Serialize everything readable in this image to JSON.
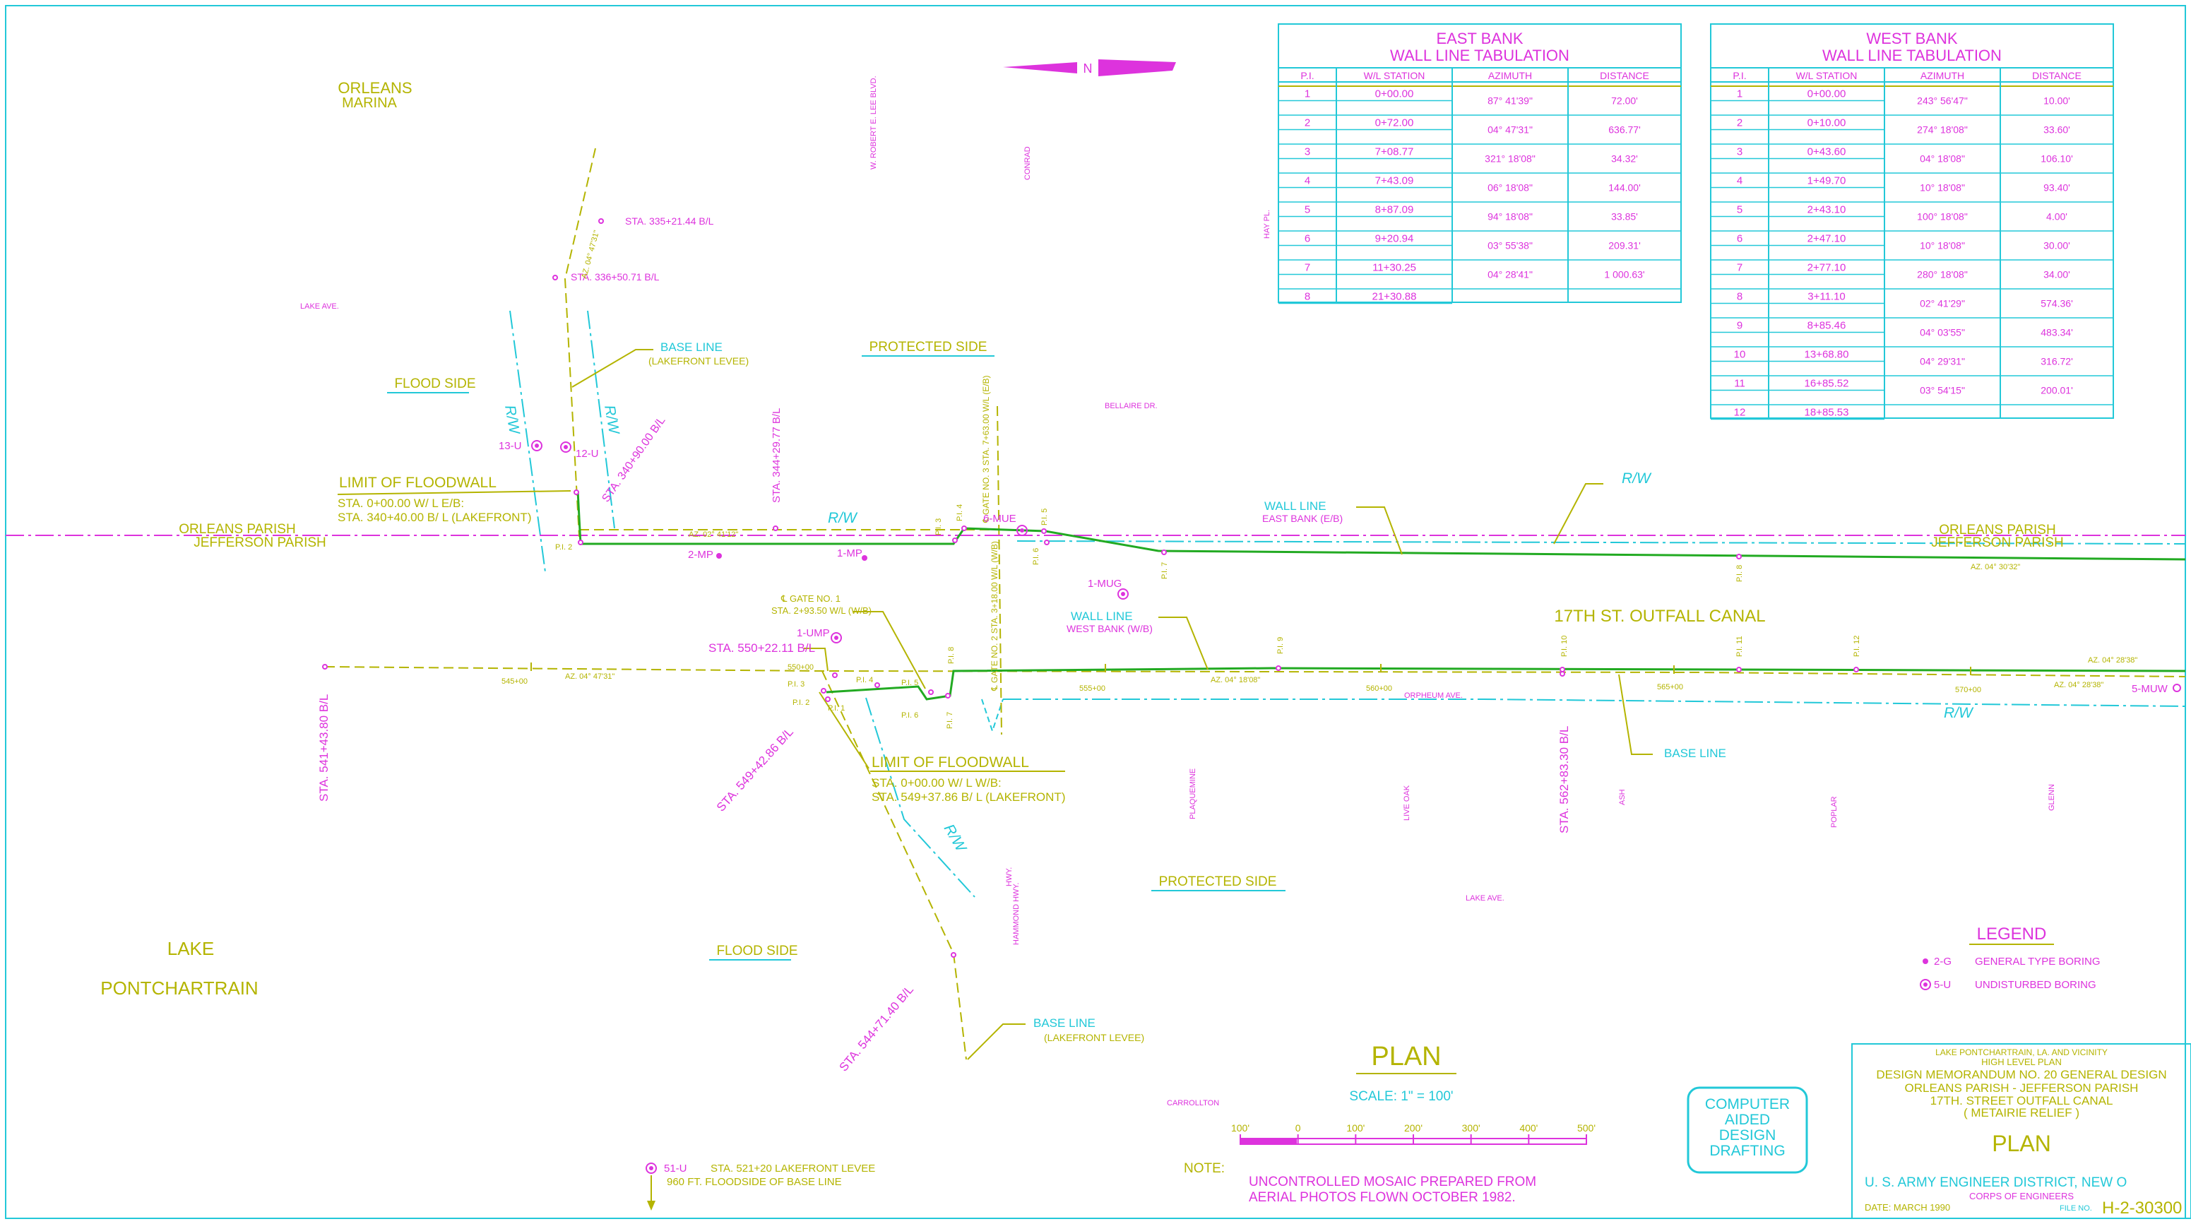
{
  "areas": {
    "orleans_marina": [
      "ORLEANS",
      "MARINA"
    ],
    "lake": [
      "LAKE",
      "PONTCHARTRAIN"
    ],
    "canal": "17TH ST. OUTFALL CANAL",
    "orleans_parish": "ORLEANS PARISH",
    "jefferson_parish": "JEFFERSON PARISH",
    "protected_side": "PROTECTED SIDE",
    "flood_side": "FLOOD SIDE"
  },
  "streets": {
    "lake_ave": "LAKE   AVE.",
    "robert_e_lee": "W. ROBERT E. LEE   BLVD.",
    "conrad": "CONRAD",
    "hay_pl": "HAY   PL.",
    "bellaire": "BELLAIRE   DR.",
    "orpheum": "ORPHEUM   AVE.",
    "plaquemine": "PLAQUEMINE",
    "live_oak": "LIVE OAK",
    "ash": "ASH",
    "poplar": "POPLAR",
    "glenn": "GLENN",
    "hammond_hwy": "HAMMOND   HWY.",
    "carrollton": "CARROLLTON"
  },
  "annotations": {
    "sta_335": "STA. 335+21.44  B/L",
    "sta_336": "STA. 336+50.71 B/L",
    "sta_340": "STA. 340+90.00  B/L",
    "sta_344": "STA. 344+29.77  B/L",
    "sta_550": "STA. 550+22.11 B/L",
    "sta_541": "STA. 541+43.80  B/L",
    "sta_549": "STA. 549+42.86  B/L",
    "sta_544": "STA. 544+71.40  B/L",
    "sta_562": "STA. 562+83.30  B/L",
    "base_line_lakefront": [
      "BASE  LINE",
      "(LAKEFRONT LEVEE)"
    ],
    "base_line_lakefront_2": [
      "BASE  LINE",
      "(LAKEFRONT LEVEE)"
    ],
    "base_line": "BASE  LINE",
    "limit_east": [
      "LIMIT  OF  FLOODWALL",
      "STA. 0+00.00  W/ L  E/B:",
      "STA. 340+40.00  B/ L  (LAKEFRONT)"
    ],
    "limit_west": [
      "LIMIT  OF  FLOODWALL",
      "STA. 0+00.00  W/ L  W/B:",
      "STA. 549+37.86  B/ L  (LAKEFRONT)"
    ],
    "wall_line_east": [
      "WALL  LINE",
      "EAST  BANK  (E/B)"
    ],
    "wall_line_west": [
      "WALL  LINE",
      "WEST  BANK  (W/B)"
    ],
    "gate_no1": [
      "℄ GATE  NO. 1",
      "STA. 2+93.50  W/L  (W/B)"
    ],
    "gate_no2": "℄ GATE NO. 2  STA. 3+18.00  W/L  (W/B)",
    "gate_no3": "℄ GATE NO. 3  STA. 7+63.00  W/L  (E/B)",
    "rw": "R/W",
    "az_1": "AZ. 02° 41'12\"",
    "az_2": "AZ. 04° 30'32\"",
    "az_3": "AZ. 04° 47'31\"",
    "az_4": "AZ. 04° 18'08\"",
    "az_5": "AZ. 04° 28'38\"",
    "az_6": "AZ. 04° 28'38\"",
    "az_7": "AZ. 04° 47'31\"",
    "bl_stations": [
      "545+00",
      "550+00",
      "555+00",
      "560+00",
      "565+00",
      "570+00"
    ]
  },
  "pis_east": [
    "P.I. 2",
    "P.I. 4",
    "P.I. 3",
    "P.I. 5",
    "P.I. 6",
    "P.I. 7",
    "P.I. 8"
  ],
  "pis_west": [
    "P.I. 3",
    "P.I. 2",
    "P.I. 1",
    "P.I. 4",
    "P.I. 5",
    "P.I. 6",
    "P.I. 7",
    "P.I. 8",
    "P.I. 9",
    "P.I. 10",
    "P.I. 11",
    "P.I. 12"
  ],
  "borings": {
    "b13u": "13-U",
    "b12u": "12-U",
    "b2mp": "2-MP",
    "b1mp": "1-MP",
    "b6mue": "6-MUE",
    "b1mug": "1-MUG",
    "b1ump": "1-UMP",
    "b5muw": "5-MUW",
    "b51u": [
      "51-U",
      "STA. 521+20 LAKEFRONT  LEVEE",
      "960 FT. FLOODSIDE  OF  BASE  LINE"
    ]
  },
  "east_bank": {
    "title": [
      "EAST  BANK",
      "WALL  LINE  TABULATION"
    ],
    "headers": [
      "P.I.",
      "W/L  STATION",
      "AZIMUTH",
      "DISTANCE"
    ],
    "pi": [
      "1",
      "2",
      "3",
      "4",
      "5",
      "6",
      "7",
      "8"
    ],
    "station": [
      "0+00.00",
      "0+72.00",
      "7+08.77",
      "7+43.09",
      "8+87.09",
      "9+20.94",
      "11+30.25",
      "21+30.88"
    ],
    "azimuth": [
      "87° 41'39\"",
      "04° 47'31\"",
      "321° 18'08\"",
      "06° 18'08\"",
      "94° 18'08\"",
      "03° 55'38\"",
      "04° 28'41\""
    ],
    "distance": [
      "72.00'",
      "636.77'",
      "34.32'",
      "144.00'",
      "33.85'",
      "209.31'",
      "1 000.63'"
    ]
  },
  "west_bank": {
    "title": [
      "WEST  BANK",
      "WALL  LINE  TABULATION"
    ],
    "headers": [
      "P.I.",
      "W/L  STATION",
      "AZIMUTH",
      "DISTANCE"
    ],
    "pi": [
      "1",
      "2",
      "3",
      "4",
      "5",
      "6",
      "7",
      "8",
      "9",
      "10",
      "11",
      "12"
    ],
    "station": [
      "0+00.00",
      "0+10.00",
      "0+43.60",
      "1+49.70",
      "2+43.10",
      "2+47.10",
      "2+77.10",
      "3+11.10",
      "8+85.46",
      "13+68.80",
      "16+85.52",
      "18+85.53"
    ],
    "azimuth": [
      "243° 56'47\"",
      "274° 18'08\"",
      "04° 18'08\"",
      "10° 18'08\"",
      "100° 18'08\"",
      "10° 18'08\"",
      "280° 18'08\"",
      "02° 41'29\"",
      "04° 03'55\"",
      "04° 29'31\"",
      "03° 54'15\""
    ],
    "distance": [
      "10.00'",
      "33.60'",
      "106.10'",
      "93.40'",
      "4.00'",
      "30.00'",
      "34.00'",
      "574.36'",
      "483.34'",
      "316.72'",
      "200.01'"
    ]
  },
  "legend": {
    "title": "LEGEND",
    "items": [
      {
        "symbol": "2-G",
        "label": "GENERAL  TYPE  BORING"
      },
      {
        "symbol": "5-U",
        "label": "UNDISTURBED  BORING"
      }
    ]
  },
  "plan": {
    "title": "PLAN",
    "scale": "SCALE: 1\"  =  100'",
    "scale_ticks": [
      "100'",
      "0",
      "100'",
      "200'",
      "300'",
      "400'",
      "500'"
    ]
  },
  "note": {
    "label": "NOTE:",
    "lines": [
      "UNCONTROLLED  MOSAIC  PREPARED  FROM",
      "AERIAL  PHOTOS  FLOWN  OCTOBER  1982."
    ]
  },
  "cad_stamp": [
    "COMPUTER",
    "AIDED",
    "DESIGN",
    "DRAFTING"
  ],
  "title_block": {
    "lines": [
      "LAKE  PONTCHARTRAIN,  LA.  AND  VICINITY",
      "HIGH  LEVEL  PLAN",
      "DESIGN  MEMORANDUM  NO. 20  GENERAL  DESIGN",
      "ORLEANS  PARISH  -  JEFFERSON  PARISH",
      "17TH.  STREET  OUTFALL  CANAL",
      "( METAIRIE  RELIEF )"
    ],
    "plan": "PLAN",
    "district": "U.  S.   ARMY  ENGINEER  DISTRICT,   NEW  O",
    "corps": "CORPS  OF  ENGINEERS",
    "date": "DATE:  MARCH  1990",
    "file_no": "FILE NO.",
    "file_value": "H-2-30300"
  },
  "colors": {
    "border": "#22c8d8",
    "olive": "#b4b400",
    "magenta": "#dd33dd",
    "cyan": "#22c8d8",
    "green": "#22aa22"
  }
}
